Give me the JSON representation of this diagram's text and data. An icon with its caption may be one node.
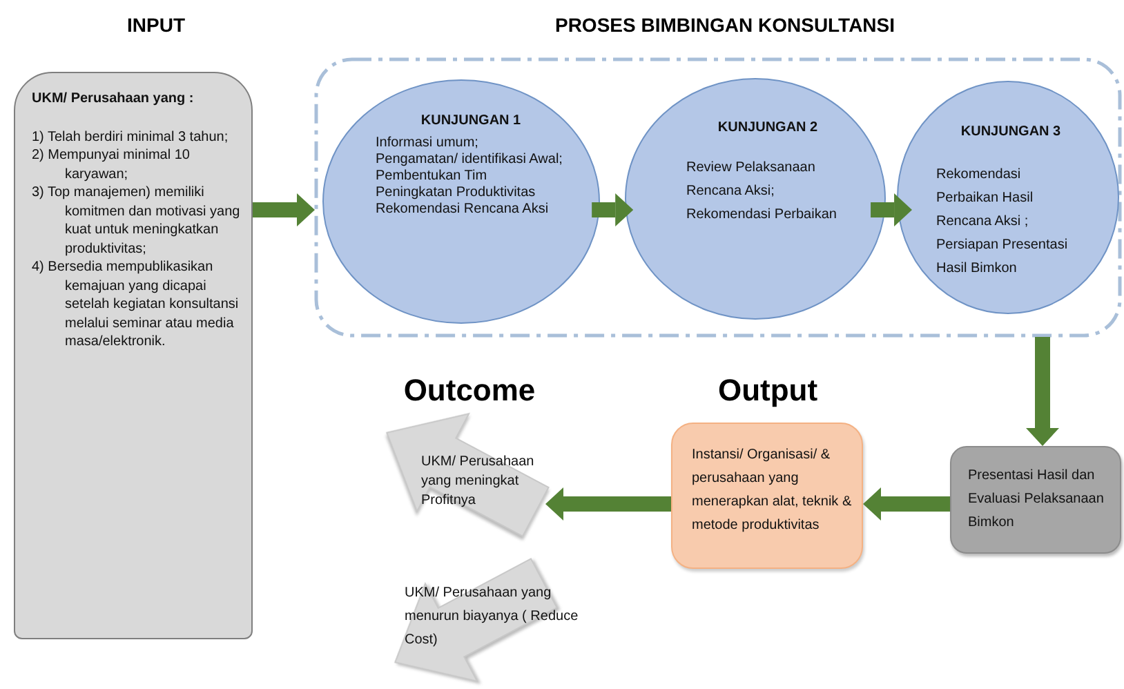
{
  "diagram": {
    "nodes": [
      {
        "text": [
          "UKM/ Perusahaan yang :",
          "1) Telah berdiri minimal 3 tahun;",
          "2) Mempunyai minimal 10 karyawan;",
          "3) Top manajemen) memiliki komitmen dan motivasi yang kuat untuk meningkatkan produktivitas;",
          "4) Bersedia mempublikasikan kemajuan yang dicapai setelah kegiatan konsultansi melalui seminar atau media masa/elektronik."
        ]
      },
      {
        "text": [],
        "shape": "box"
      },
      {
        "text": [
          "KUNJUNGAN 1",
          "Informasi umum;",
          "Pengamatan/ identifikasi Awal;",
          "Pembentukan Tim Peningkatan Produktivitas",
          "Rekomendasi Rencana Aksi"
        ],
        "in": 1
      },
      {
        "text": [
          "KUNJUNGAN 2",
          "Review Pelaksanaan Rencana Aksi;",
          "Rekomendasi Perbaikan"
        ],
        "in": 1
      },
      {
        "text": [
          "KUNJUNGAN 3",
          "Rekomendasi Perbaikan Hasil Rencana Aksi ;",
          "Persiapan Presentasi Hasil Bimkon"
        ],
        "in": 1
      },
      {
        "text": [
          "Presentasi Hasil dan Evaluasi Pelaksanaan Bimkon"
        ]
      },
      {
        "text": [
          "Instansi/ Organisasi/ & perusahaan yang menerapkan alat, teknik & metode produktivitas"
        ]
      },
      {
        "text": [
          "UKM/ Perusahaan yang meningkat Profitnya"
        ]
      },
      {
        "text": [
          "UKM/ Perusahaan yang menurun biayanya ( Reduce Cost)"
        ]
      }
    ],
    "edges": [
      {
        "from": 0,
        "to": 1,
        "arrow": "to"
      },
      {
        "from": 2,
        "to": 3,
        "arrow": "to"
      },
      {
        "from": 3,
        "to": 4,
        "arrow": "to"
      },
      {
        "from": 1,
        "to": 5,
        "arrow": "to"
      },
      {
        "from": 5,
        "to": 6,
        "arrow": "to"
      },
      {
        "from": 6,
        "to": 7,
        "arrow": "to"
      }
    ],
    "labels": [
      "INPUT",
      "PROSES BIMBINGAN KONSULTANSI",
      "Outcome",
      "Output"
    ]
  }
}
